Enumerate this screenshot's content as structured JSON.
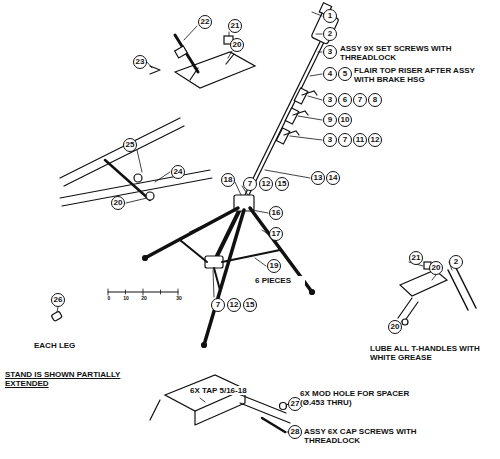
{
  "diagram": {
    "nodes": [
      {
        "text": [
          "1"
        ]
      },
      {
        "text": [
          "2"
        ]
      },
      {
        "text": [
          "22"
        ]
      },
      {
        "text": [
          "21"
        ]
      },
      {
        "text": [
          "20"
        ]
      },
      {
        "text": [
          "3"
        ]
      },
      {
        "text": [
          "23"
        ]
      },
      {
        "text": [
          "4"
        ]
      },
      {
        "text": [
          "5"
        ]
      },
      {
        "text": [
          "3"
        ]
      },
      {
        "text": [
          "6"
        ]
      },
      {
        "text": [
          "7"
        ]
      },
      {
        "text": [
          "8"
        ]
      },
      {
        "text": [
          "9"
        ]
      },
      {
        "text": [
          "10"
        ]
      },
      {
        "text": [
          "3"
        ]
      },
      {
        "text": [
          "7"
        ]
      },
      {
        "text": [
          "11"
        ]
      },
      {
        "text": [
          "12"
        ]
      },
      {
        "text": [
          "25"
        ]
      },
      {
        "text": [
          "24"
        ]
      },
      {
        "text": [
          "13"
        ]
      },
      {
        "text": [
          "14"
        ]
      },
      {
        "text": [
          "18"
        ]
      },
      {
        "text": [
          "7"
        ]
      },
      {
        "text": [
          "12"
        ]
      },
      {
        "text": [
          "15"
        ]
      },
      {
        "text": [
          "20"
        ]
      },
      {
        "text": [
          "16"
        ]
      },
      {
        "text": [
          "17"
        ]
      },
      {
        "text": [
          "21"
        ]
      },
      {
        "text": [
          "2"
        ]
      },
      {
        "text": [
          "19"
        ]
      },
      {
        "text": [
          "20"
        ]
      },
      {
        "text": [
          "26"
        ]
      },
      {
        "text": [
          "7"
        ]
      },
      {
        "text": [
          "12"
        ]
      },
      {
        "text": [
          "15"
        ]
      },
      {
        "text": [
          "20"
        ]
      },
      {
        "text": [
          "27"
        ]
      },
      {
        "text": [
          "28"
        ]
      }
    ],
    "labels": [
      "ASSY 9X SET SCREWS WITH THREADLOCK",
      "FLAIR TOP RISER AFTER ASSY WITH BRAKE HSG",
      "6 PIECES",
      "0",
      "10",
      "20",
      "30",
      "EACH LEG",
      "STAND IS SHOWN PARTIALLY EXTENDED",
      "LUBE ALL T-HANDLES WITH WHITE GREASE",
      "6X TAP 5/16-18",
      "6X MOD HOLE FOR SPACER (Ø.453 THRU)",
      "ASSY 6X CAP SCREWS WITH THREADLOCK"
    ]
  }
}
